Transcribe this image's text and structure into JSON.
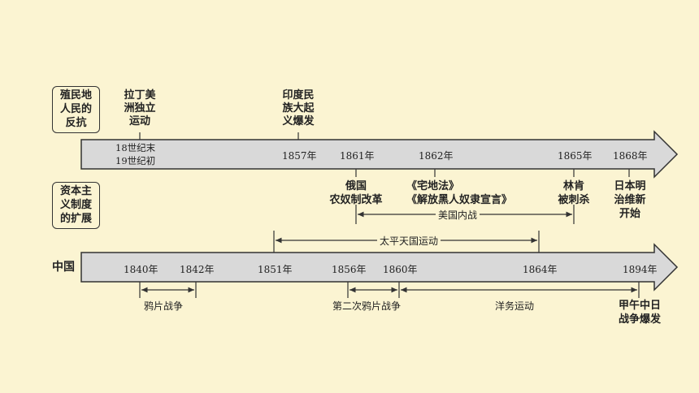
{
  "categories": {
    "colonial": "殖民地\n人民的\n反抗",
    "capitalism": "资本主\n义制度\n的扩展",
    "china": "中国"
  },
  "top_axis": {
    "years": {
      "c18_19": "18世纪末\n19世纪初",
      "y1857": "1857年",
      "y1861": "1861年",
      "y1862": "1862年",
      "y1865": "1865年",
      "y1868": "1868年"
    },
    "above_events": {
      "latin_america": "拉丁美\n洲独立\n运动",
      "india": "印度民\n族大起\n义爆发"
    },
    "below_events": {
      "russia": "俄国\n农奴制改革",
      "homestead": "《宅地法》\n《解放黑人奴隶宣言》",
      "lincoln": "林肯\n被刺杀",
      "meiji": "日本明\n治维新\n开始"
    },
    "civil_war": "美国内战"
  },
  "taiping": "太平天国运动",
  "bottom_axis": {
    "years": {
      "y1840": "1840年",
      "y1842": "1842年",
      "y1851": "1851年",
      "y1856": "1856年",
      "y1860": "1860年",
      "y1864": "1864年",
      "y1894": "1894年"
    },
    "ranges": {
      "opium1": "鸦片战争",
      "opium2": "第二次鸦片战争",
      "westernization": "洋务运动"
    },
    "sino_japanese": "甲午中日\n战争爆发"
  },
  "colors": {
    "background": "#fbf4d2",
    "arrow_fill": "#d9d9d9",
    "stroke": "#333333"
  }
}
